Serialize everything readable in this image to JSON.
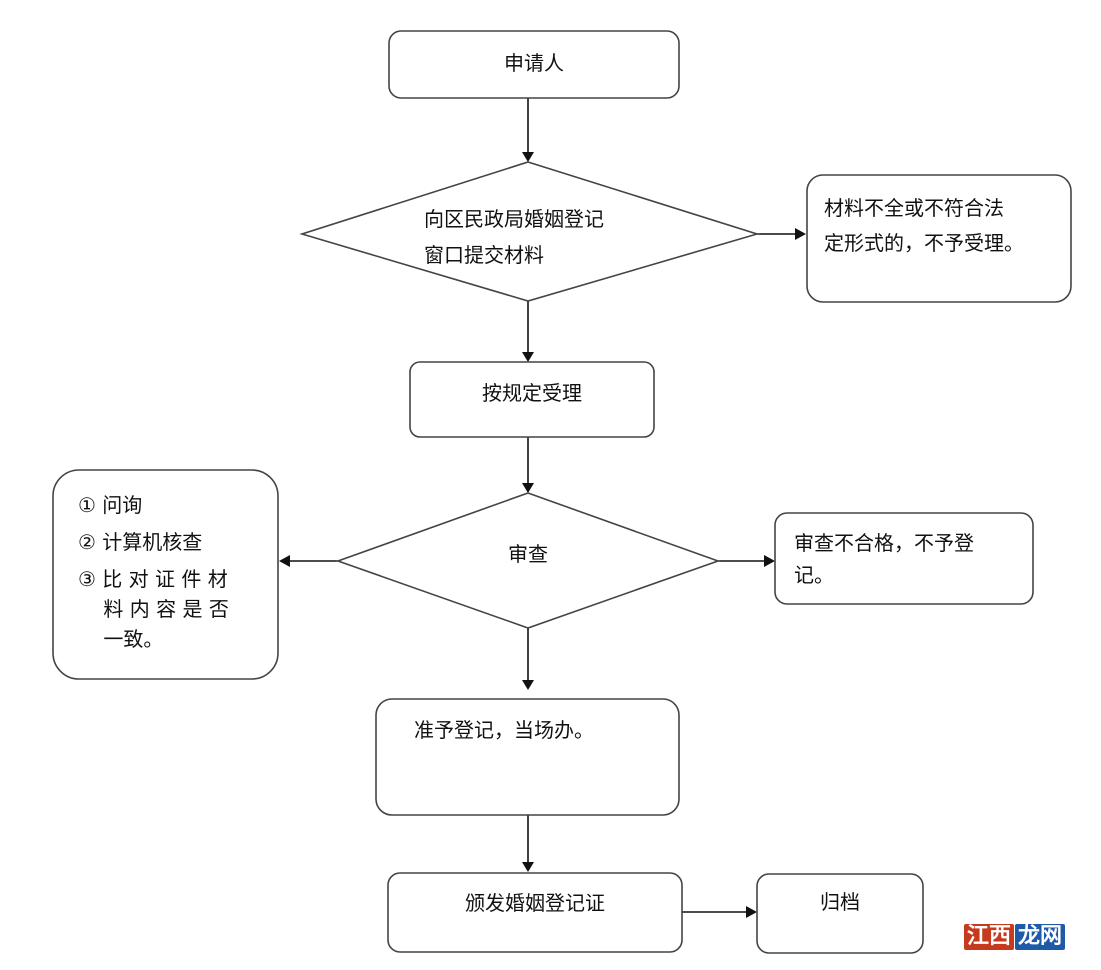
{
  "nodes": {
    "applicant": "申请人",
    "submit": [
      "向区民政局婚姻登记",
      "窗口提交材料"
    ],
    "reject_materials": [
      "材料不全或不符合法",
      "定形式的，不予受理。"
    ],
    "accept": "按规定受理",
    "review": "审查",
    "review_steps": [
      "①  问询",
      "②  计算机核查",
      "③  比 对 证 件 材",
      "    料 内 容 是 否",
      "    一致。"
    ],
    "review_fail": [
      "审查不合格，不予登",
      "记。"
    ],
    "approve": "准予登记，当场办。",
    "issue": "颁发婚姻登记证",
    "archive": "归档"
  },
  "watermark": {
    "part1": "江西",
    "part2": "龙网"
  }
}
